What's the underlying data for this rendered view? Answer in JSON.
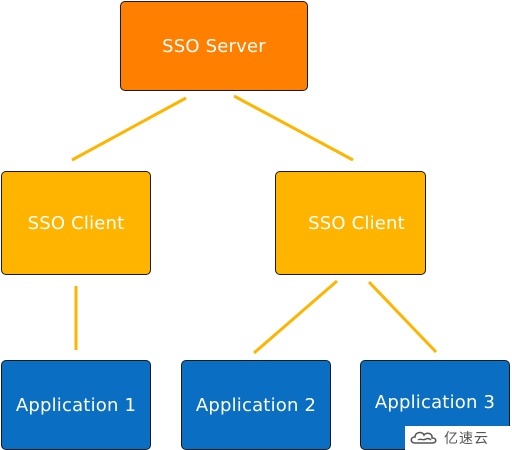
{
  "diagram": {
    "server": {
      "label": "SSO Server"
    },
    "clients": [
      {
        "label": "SSO Client"
      },
      {
        "label": "SSO Client"
      }
    ],
    "applications": [
      {
        "label": "Application 1"
      },
      {
        "label": "Application 2"
      },
      {
        "label": "Application 3"
      }
    ]
  },
  "watermark": {
    "text": "亿速云",
    "icon": "cloud-logo-icon"
  },
  "colors": {
    "server": "#ff7f00",
    "client": "#ffb400",
    "application": "#0a6fc2",
    "connector": "#ffb400",
    "text": "#ffffff"
  }
}
